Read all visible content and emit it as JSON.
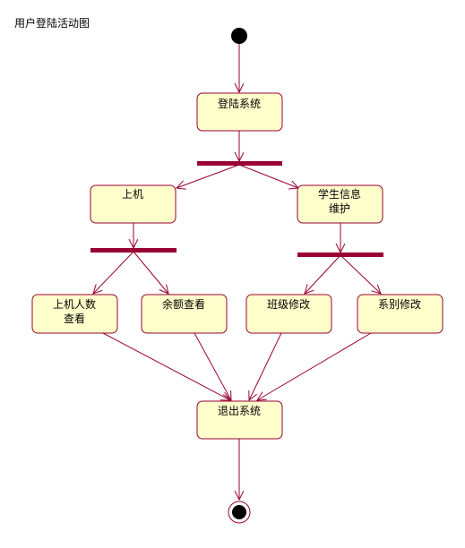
{
  "diagram": {
    "title": "用户登陆活动图",
    "colors": {
      "node_fill": "#ffffcc",
      "node_stroke": "#990033",
      "bar_fill": "#990033",
      "edge": "#990033",
      "initial": "#000000"
    },
    "nodes": {
      "login": "登陆系统",
      "use_machine": "上机",
      "student_info": [
        "学生信息",
        "维护"
      ],
      "machine_count": [
        "上机人数",
        "查看"
      ],
      "balance": "余额查看",
      "class_edit": "班级修改",
      "dept_edit": "系别修改",
      "logout": "退出系统"
    }
  }
}
